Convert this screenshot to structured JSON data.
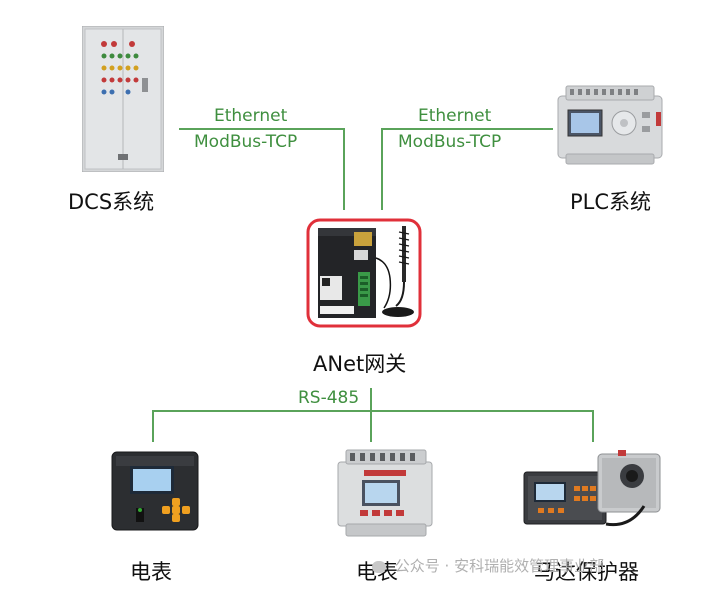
{
  "links": {
    "left_top": "Ethernet",
    "left_bottom": "ModBus-TCP",
    "right_top": "Ethernet",
    "right_bottom": "ModBus-TCP",
    "bus": "RS-485"
  },
  "nodes": {
    "dcs": "DCS系统",
    "plc": "PLC系统",
    "gateway": "ANet网关",
    "meter1": "电表",
    "meter2": "电表",
    "motor": "马达保护器"
  },
  "watermark": "公众号 · 安科瑞能效管理事业部",
  "colors": {
    "wire": "#5aa35a",
    "highlight": "#e0303a"
  }
}
